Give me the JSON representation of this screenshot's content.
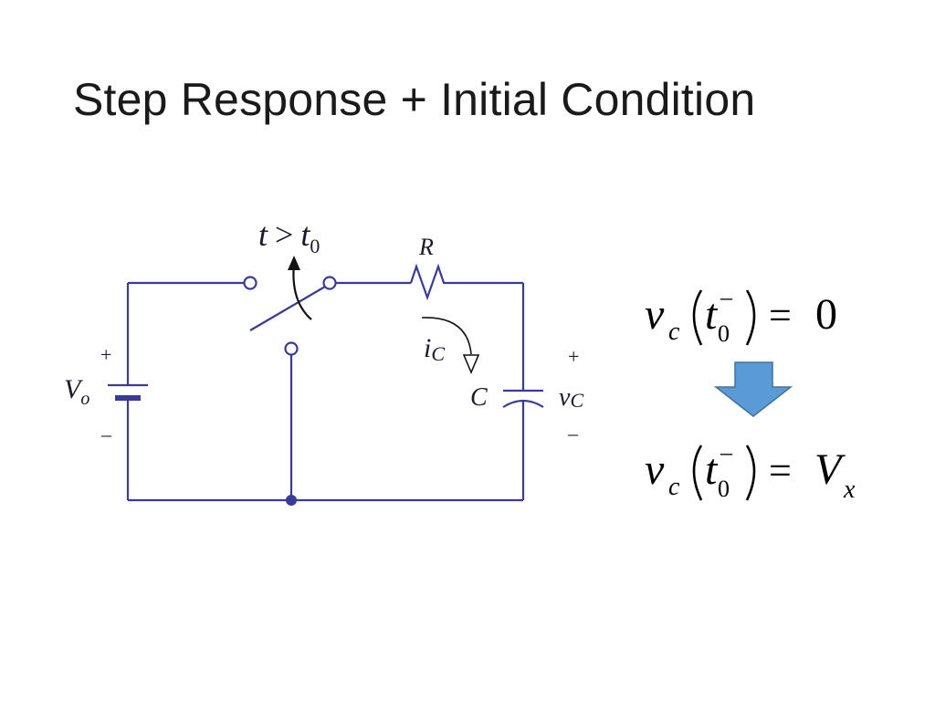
{
  "slide": {
    "title": "Step Response + Initial Condition"
  },
  "circuit": {
    "switch_label": {
      "t": "t",
      "gt": ">",
      "t0": "t",
      "sub": "0"
    },
    "resistor_label": "R",
    "current_label": {
      "main": "i",
      "sub": "C"
    },
    "capacitor_label": "C",
    "source_label": {
      "main": "V",
      "sub": "o"
    },
    "source_plus": "+",
    "source_minus": "–",
    "cap_voltage_label": {
      "main": "v",
      "sub": "C"
    },
    "cap_plus": "+",
    "cap_minus": "–"
  },
  "equations": {
    "eq1": {
      "v": "v",
      "v_sub": "c",
      "t": "t",
      "t_sub": "0",
      "t_sup": "–",
      "equals": "=",
      "rhs": "0"
    },
    "eq2": {
      "v": "v",
      "v_sub": "c",
      "t": "t",
      "t_sub": "0",
      "t_sup": "–",
      "equals": "=",
      "rhs": "V",
      "rhs_sub": "x"
    }
  },
  "colors": {
    "wire": "#3a3a9a",
    "arrow_fill": "#5b9bd5",
    "arrow_stroke": "#41719c"
  }
}
